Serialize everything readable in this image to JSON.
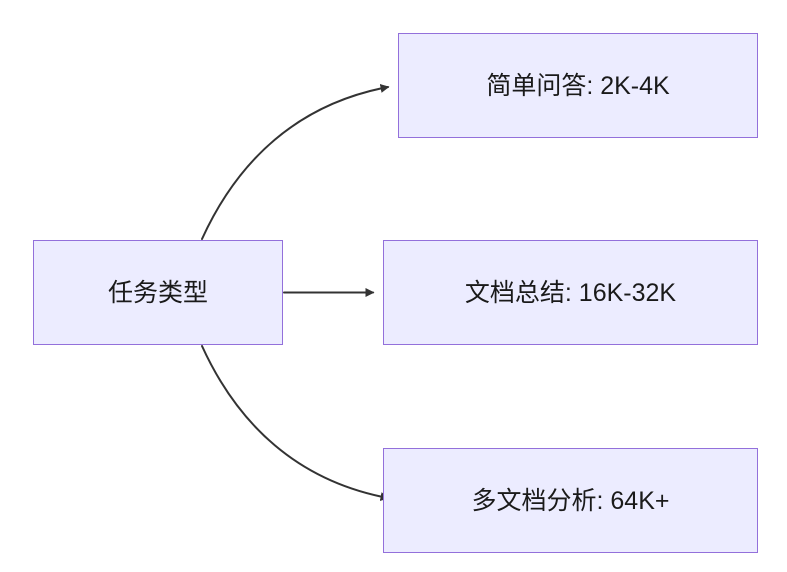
{
  "diagram": {
    "type": "flowchart",
    "root": {
      "label": "任务类型"
    },
    "nodes": [
      {
        "id": "a",
        "label": "简单问答: 2K-4K"
      },
      {
        "id": "b",
        "label": "文档总结: 16K-32K"
      },
      {
        "id": "c",
        "label": "多文档分析: 64K+"
      }
    ],
    "edges": [
      {
        "from": "任务类型",
        "to": "简单问答: 2K-4K"
      },
      {
        "from": "任务类型",
        "to": "文档总结: 16K-32K"
      },
      {
        "from": "任务类型",
        "to": "多文档分析: 64K+"
      }
    ],
    "colors": {
      "node_fill": "#ECECFF",
      "node_border": "#9370DB",
      "arrow": "#333333",
      "text": "#1A1A1A"
    }
  }
}
